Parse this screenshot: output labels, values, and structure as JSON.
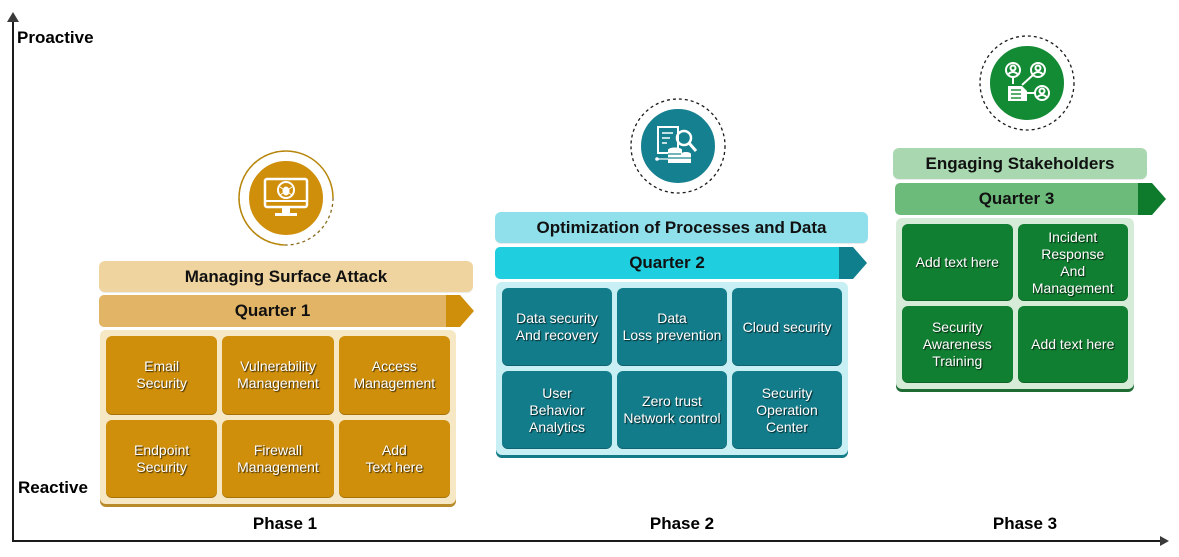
{
  "axes": {
    "y_top_label": "Proactive",
    "y_bottom_label": "Reactive"
  },
  "colors": {
    "phase1": {
      "title_bg": "#efd49f",
      "quarter_bg": "#e2b465",
      "accent": "#cf8f0b",
      "panel_bg": "#f6e8c4"
    },
    "phase2": {
      "title_bg": "#8fe0eb",
      "quarter_bg": "#1fcfe0",
      "accent": "#0f7f8d",
      "panel_bg": "#c8f0f4"
    },
    "phase3": {
      "title_bg": "#a8d7b0",
      "quarter_bg": "#6dbb7b",
      "accent": "#0d7a2c",
      "panel_bg": "#d6ecd8"
    }
  },
  "phases": [
    {
      "phase_label": "Phase 1",
      "title": "Managing Surface Attack",
      "quarter": "Quarter 1",
      "icon": "computer-bug-icon",
      "items": [
        "Email\nSecurity",
        "Vulnerability\nManagement",
        "Access\nManagement",
        "Endpoint\nSecurity",
        "Firewall\nManagement",
        "Add\nText here"
      ]
    },
    {
      "phase_label": "Phase 2",
      "title": "Optimization of Processes and Data",
      "quarter": "Quarter 2",
      "icon": "data-analysis-icon",
      "items": [
        "Data security\nAnd recovery",
        "Data\nLoss prevention",
        "Cloud security",
        "User\nBehavior\nAnalytics",
        "Zero trust\nNetwork control",
        "Security\nOperation\nCenter"
      ]
    },
    {
      "phase_label": "Phase 3",
      "title": "Engaging Stakeholders",
      "quarter": "Quarter 3",
      "icon": "stakeholder-network-icon",
      "items": [
        "Add text here",
        "Incident\nResponse\nAnd\nManagement",
        "Security\nAwareness\nTraining",
        "Add text here"
      ]
    }
  ]
}
